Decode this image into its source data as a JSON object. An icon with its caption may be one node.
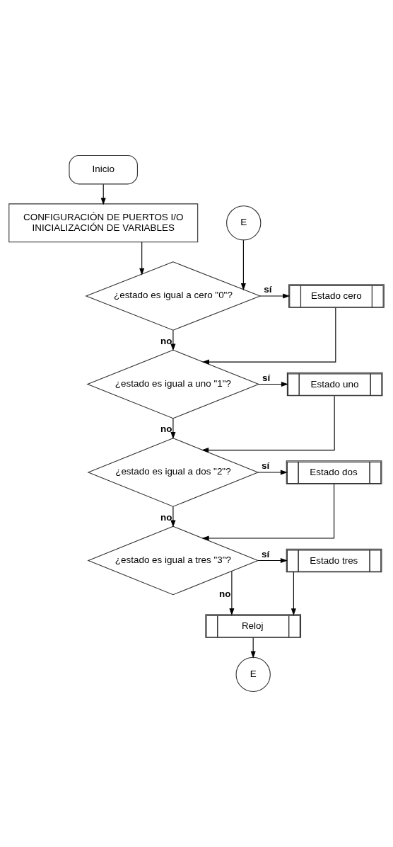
{
  "diagram": {
    "nodes": [
      {
        "text": [
          "Inicio"
        ]
      },
      {
        "text": [
          "CONFIGURACIÓN DE PUERTOS I/O",
          "INICIALIZACIÓN DE VARIABLES"
        ]
      },
      {
        "text": [
          "E"
        ]
      },
      {
        "text": [
          "¿estado es igual a cero \"0\"?"
        ]
      },
      {
        "text": [
          "Estado cero"
        ]
      },
      {
        "text": [
          "¿estado es igual a uno \"1\"?"
        ]
      },
      {
        "text": [
          "Estado uno"
        ]
      },
      {
        "text": [
          "¿estado es igual a dos \"2\"?"
        ]
      },
      {
        "text": [
          "Estado dos"
        ]
      },
      {
        "text": [
          "¿estado es igual a tres \"3\"?"
        ]
      },
      {
        "text": [
          "Estado tres"
        ]
      },
      {
        "text": [
          "Reloj"
        ]
      },
      {
        "text": [
          "E"
        ]
      }
    ],
    "edges": [
      {
        "from": 0,
        "to": 1,
        "arrow": "to"
      },
      {
        "from": 1,
        "to": 3,
        "arrow": "to"
      },
      {
        "from": 2,
        "to": 3,
        "arrow": "to"
      },
      {
        "from": 3,
        "to": 4,
        "arrow": "to",
        "label": "sí"
      },
      {
        "from": 3,
        "to": 5,
        "arrow": "to",
        "label": "no"
      },
      {
        "from": 4,
        "to": 5,
        "arrow": "to"
      },
      {
        "from": 5,
        "to": 6,
        "arrow": "to",
        "label": "sí"
      },
      {
        "from": 5,
        "to": 7,
        "arrow": "to",
        "label": "no"
      },
      {
        "from": 6,
        "to": 7,
        "arrow": "to"
      },
      {
        "from": 7,
        "to": 8,
        "arrow": "to",
        "label": "sí"
      },
      {
        "from": 7,
        "to": 9,
        "arrow": "to",
        "label": "no"
      },
      {
        "from": 8,
        "to": 9,
        "arrow": "to"
      },
      {
        "from": 9,
        "to": 10,
        "arrow": "to",
        "label": "sí"
      },
      {
        "from": 9,
        "to": 11,
        "arrow": "to",
        "label": "no"
      },
      {
        "from": 10,
        "to": 11,
        "arrow": "to"
      },
      {
        "from": 11,
        "to": 12,
        "arrow": "to"
      }
    ]
  }
}
